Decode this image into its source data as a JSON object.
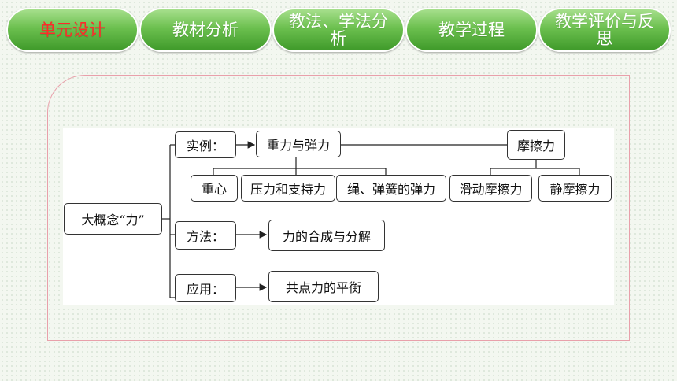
{
  "tabs": [
    {
      "label": "单元设计",
      "active": true
    },
    {
      "label": "教材分析",
      "active": false
    },
    {
      "label": "教法、学法分析",
      "active": false
    },
    {
      "label": "教学过程",
      "active": false
    },
    {
      "label": "教学评价与反思",
      "active": false
    }
  ],
  "diagram": {
    "root": "大概念“力”",
    "branch_examples": "实例：",
    "branch_methods": "方法：",
    "branch_application": "应用：",
    "gravity_elastic": "重力与弹力",
    "friction": "摩擦力",
    "center_gravity": "重心",
    "pressure_support": "压力和支持力",
    "rope_spring": "绳、弹簧的弹力",
    "sliding_friction": "滑动摩擦力",
    "static_friction": "静摩擦力",
    "composition": "力的合成与分解",
    "equilibrium": "共点力的平衡"
  },
  "colors": {
    "tab_green": "#6cc04f",
    "tab_active_text": "#ff2a2a",
    "panel_border": "#e8a0aa"
  }
}
